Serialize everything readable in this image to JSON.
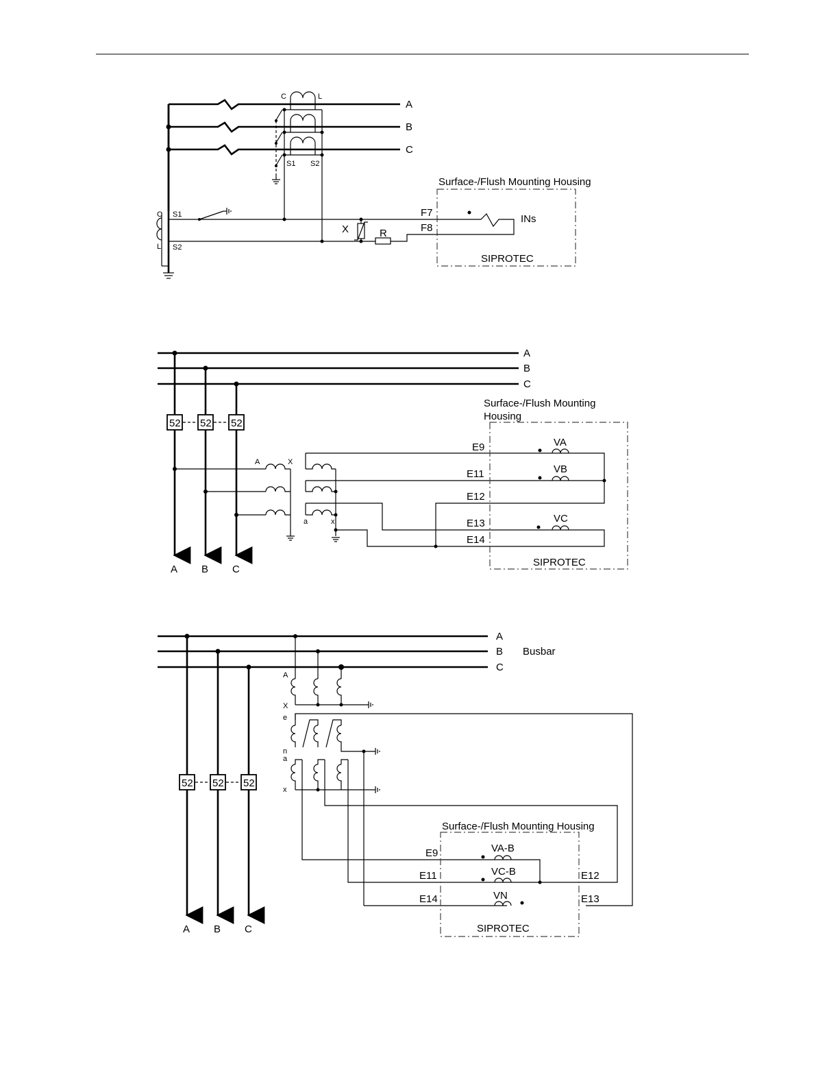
{
  "diagram1": {
    "phases": [
      "A",
      "B",
      "C"
    ],
    "ct_polarity": [
      "C",
      "L"
    ],
    "ct_secondary": [
      "S1",
      "S2"
    ],
    "core_ct": {
      "polarity": [
        "C",
        "L"
      ],
      "terminals": [
        "S1",
        "S2"
      ]
    },
    "varistor": "X",
    "resistor": "R",
    "housing": "Surface-/Flush Mounting Housing",
    "terminals": [
      "F7",
      "F8"
    ],
    "input": "INs",
    "device": "SIPROTEC"
  },
  "diagram2": {
    "phases": [
      "A",
      "B",
      "C"
    ],
    "breaker": "52",
    "housing_line1": "Surface-/Flush Mounting",
    "housing_line2": "Housing",
    "vt_labels": [
      "A",
      "X",
      "a",
      "x"
    ],
    "terminals": [
      "E9",
      "E11",
      "E12",
      "E13",
      "E14"
    ],
    "inputs": [
      "VA",
      "VB",
      "VC"
    ],
    "device": "SIPROTEC",
    "outputs": [
      "A",
      "B",
      "C"
    ]
  },
  "diagram3": {
    "phases": [
      "A",
      "B",
      "C"
    ],
    "busbar": "Busbar",
    "breaker": "52",
    "vt_labels": [
      "A",
      "X",
      "e",
      "n",
      "a",
      "x"
    ],
    "housing": "Surface-/Flush Mounting Housing",
    "terminals_left": [
      "E9",
      "E11",
      "E14"
    ],
    "terminals_right": [
      "E12",
      "E13"
    ],
    "inputs": [
      "VA-B",
      "VC-B",
      "VN"
    ],
    "device": "SIPROTEC",
    "outputs": [
      "A",
      "B",
      "C"
    ]
  }
}
